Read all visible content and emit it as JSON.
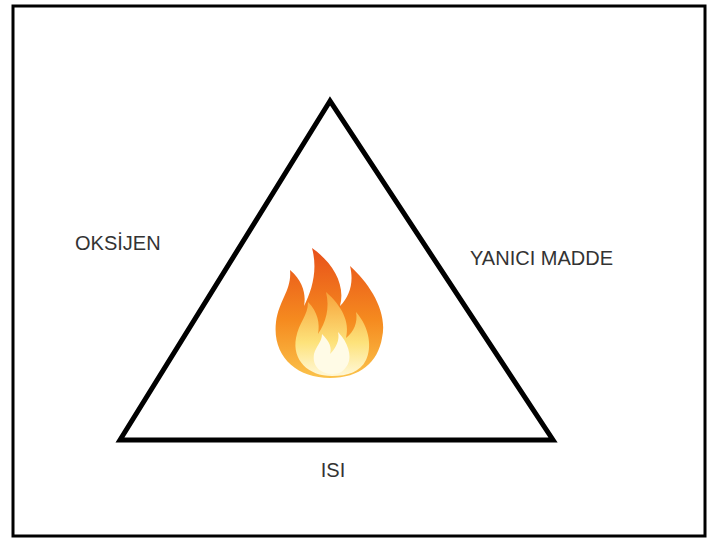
{
  "diagram": {
    "labels": [
      "OKSİJEN",
      "YANICI MADDE",
      "ISI"
    ]
  }
}
